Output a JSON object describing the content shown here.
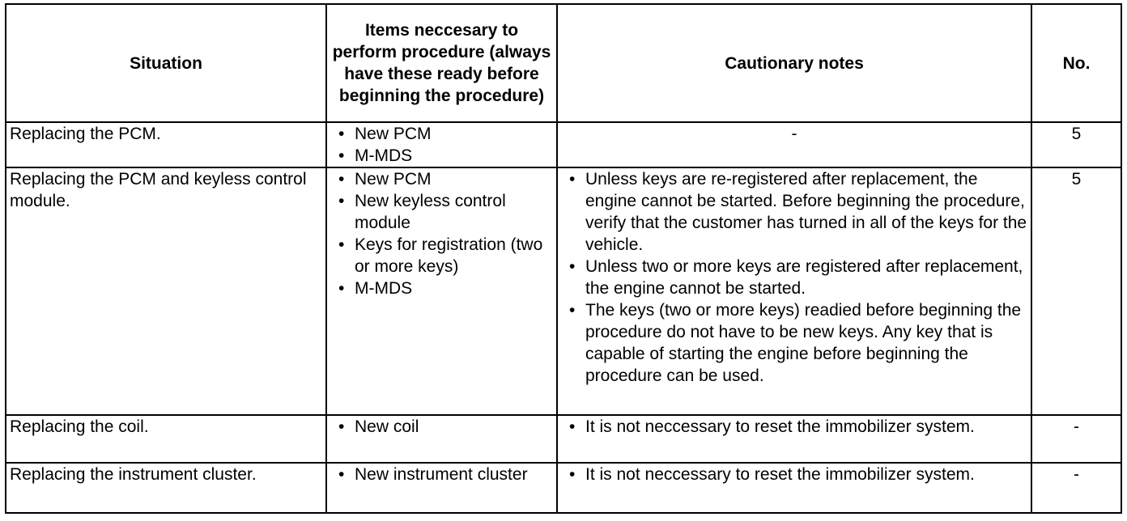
{
  "table": {
    "headers": {
      "situation": "Situation",
      "items": "Items neccesary to perform procedure (always have these ready before beginning the procedure)",
      "notes": "Cautionary notes",
      "no": "No."
    },
    "rows": [
      {
        "situation": "Replacing the PCM.",
        "items": [
          "New PCM",
          "M-MDS"
        ],
        "notes_dash": "-",
        "no": "5"
      },
      {
        "situation": "Replacing the PCM and keyless control module.",
        "items": [
          "New PCM",
          "New keyless control module",
          "Keys for registration (two or more keys)",
          "M-MDS"
        ],
        "notes": [
          "Unless keys are re-registered after replacement, the engine cannot be started. Before beginning the procedure, verify that the customer has turned in all of the keys for the vehicle.",
          "Unless two or more keys are registered after replacement, the engine cannot be started.",
          "The keys (two or more keys) readied before beginning the procedure do not have to be new keys. Any key that is capable of starting the engine before beginning the procedure can be used."
        ],
        "no": "5"
      },
      {
        "situation": "Replacing the coil.",
        "items": [
          "New coil"
        ],
        "notes": [
          "It is not neccessary to reset the immobilizer system."
        ],
        "no": "-"
      },
      {
        "situation": "Replacing the instrument cluster.",
        "items": [
          "New instrument cluster"
        ],
        "notes": [
          "It is not neccessary to reset the immobilizer system."
        ],
        "no": "-"
      }
    ]
  }
}
